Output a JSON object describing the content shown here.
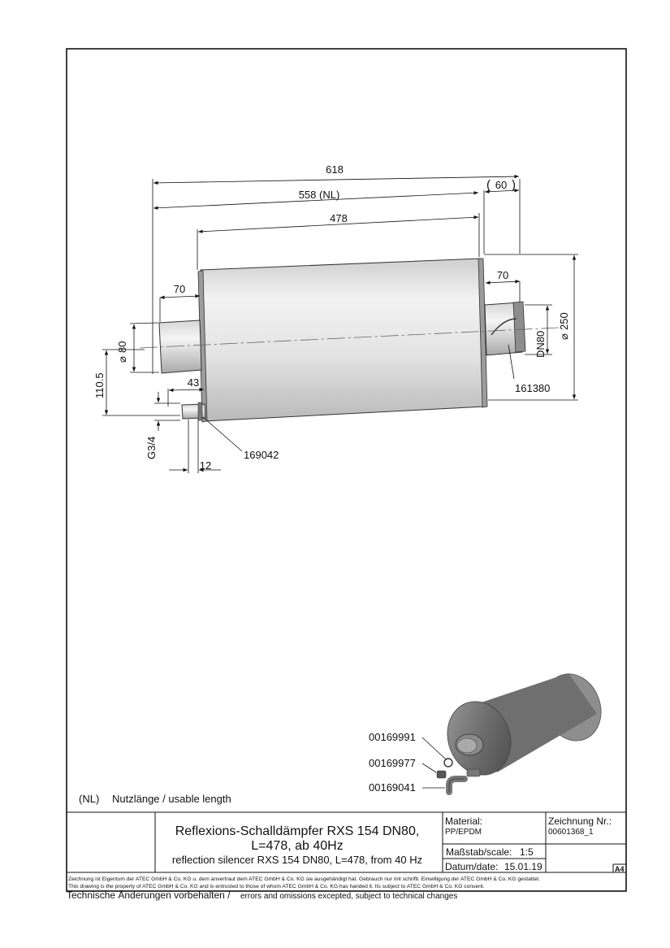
{
  "drawing": {
    "dimensions": {
      "overall_length": "618",
      "usable_length": "558 (NL)",
      "body_length": "478",
      "outlet_length": "60",
      "inlet_length": "70",
      "outlet_pipe_length": "70",
      "inlet_diameter": "80",
      "outlet_nominal": "DN80",
      "body_diameter": "250",
      "drain_offset": "110.5",
      "drain_length": "43",
      "drain_thread": "G3/4",
      "drain_width": "12"
    },
    "part_refs": {
      "outlet_part": "161380",
      "drain_part": "169042"
    },
    "legend": {
      "abbr": "(NL)",
      "text": "Nutzlänge / usable length"
    },
    "iso_parts": [
      "00169991",
      "00169977",
      "00169041"
    ]
  },
  "title_block": {
    "title_de_line1": "Reflexions-Schalldämpfer RXS 154 DN80,",
    "title_de_line2": "L=478, ab 40Hz",
    "title_en": "reflection silencer RXS 154 DN80, L=478, from 40 Hz",
    "material_label": "Material:",
    "material_value": "PP/EPDM",
    "drawing_no_label": "Zeichnung Nr.:",
    "drawing_no_value": "00601368_1",
    "scale_label": "Maßstab/scale:",
    "scale_value": "1:5",
    "date_label": "Datum/date:",
    "date_value": "15.01.19",
    "format": "A4"
  },
  "footer": {
    "property_de": "Zeichnung ist Eigentum der ATEC GmbH & Co. KG u. dem anvertraut dem ATEC GmbH & Co. KG sie ausgehändigt hat. Gebrauch nur mit schriftl. Einwilligung der ATEC GmbH & Co. KG gestattet.",
    "property_en": "This drawing is the property of ATEC GmbH & Co. KG and is entrusted to those of whom ATEC GmbH & Co. KG has handed it. Its subject to ATEC GmbH & Co. KG consent.",
    "changes_de": "Technische Änderungen vorbehalten /",
    "changes_en": "errors and omissions excepted, subject to technical changes"
  }
}
